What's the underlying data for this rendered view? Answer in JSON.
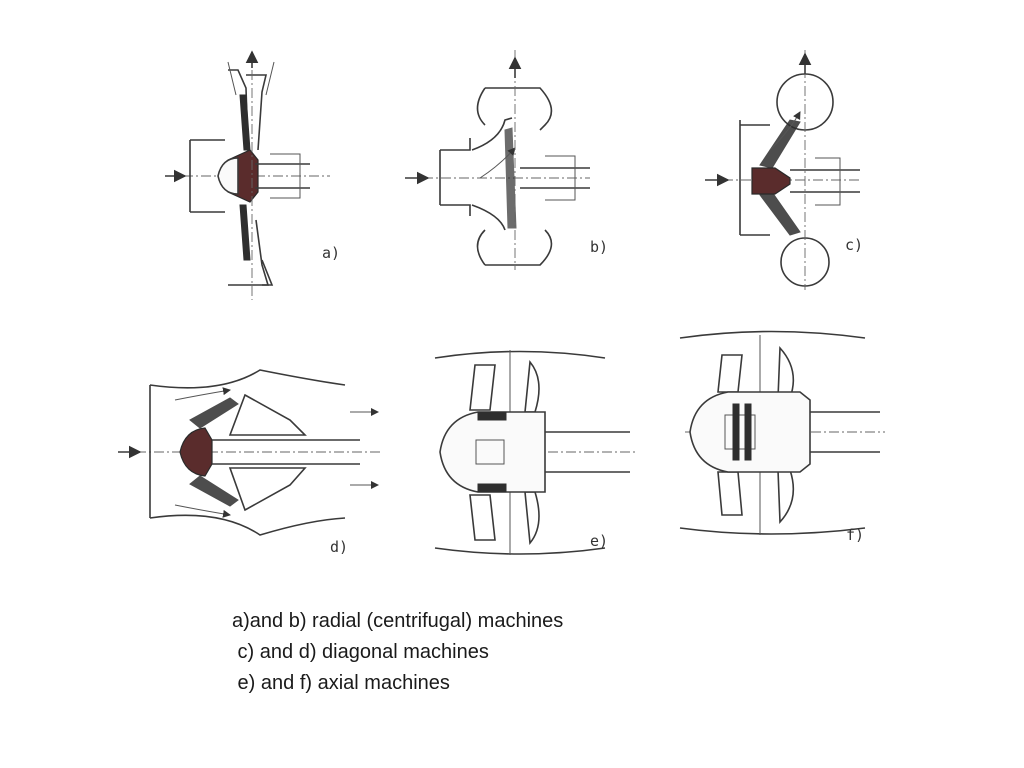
{
  "panels": {
    "a": "a)",
    "b": "b)",
    "c": "c)",
    "d": "d)",
    "e": "e)",
    "f": "f)"
  },
  "caption": {
    "line1": "a)and b) radial (centrifugal) machines",
    "line2": " c) and d) diagonal machines",
    "line3": " e) and f) axial machines"
  }
}
